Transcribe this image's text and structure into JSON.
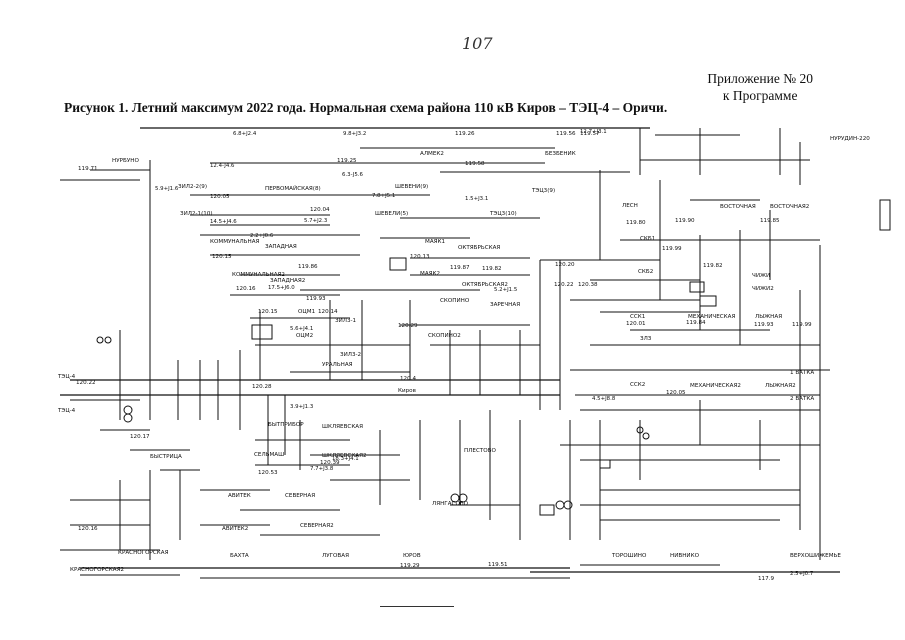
{
  "header": {
    "page_number": "107",
    "appendix_line1": "Приложение № 20",
    "appendix_line2": "к Программе",
    "figure_caption": "Рисунок 1. Летний максимум 2022 года. Нормальная схема района 110 кВ Киров – ТЭЦ-4 – Оричи."
  },
  "colors": {
    "ink": "#111111",
    "background": "#ffffff"
  },
  "scheme": {
    "substations": [
      "НУРБУНО",
      "ЗИЛ2-2(9)",
      "ПЕРВОМАЙСКАЯ(8)",
      "ЗИЛ2-1(10)",
      "ШЕВЕНИ(9)",
      "ШЕВЕЛИ(5)",
      "АЛМЕК2",
      "БЕЗБЕНИК",
      "ТЭЦ3(9)",
      "ТЭЦ3(10)",
      "ЗАПАДНАЯ",
      "ЗАПАДНАЯ2",
      "МАЯК1",
      "МАЯК2",
      "ОКТЯБРЬСКАЯ",
      "ОКТЯБРЬСКАЯ2",
      "КОММУНАЛЬНАЯ",
      "КОММУНАЛЬНАЯ2",
      "СКОПИНО",
      "СКОПИНО2",
      "ЗАРЕЧНАЯ",
      "ЗИЛ3-1",
      "ЗИЛ3-2",
      "ОЦМ1",
      "ОЦМ2",
      "УРАЛЬНАЯ",
      "Киров",
      "ТЭЦ-4",
      "ТЭЦ-4",
      "ВОСТОЧНАЯ",
      "ВОСТОЧНАЯ2",
      "СКБ1",
      "СКБ2",
      "ССК1",
      "ССК2",
      "МЕХАНИЧЕСКАЯ",
      "МЕХАНИЧЕСКАЯ2",
      "ЛЫЖНАЯ",
      "ЛЫЖНАЯ2",
      "1 ВАТКА",
      "2 ВАТКА",
      "ШКЛЯЕВСКАЯ",
      "ШКЛЯЕВСКАЯ2",
      "БЫТПРИБОР",
      "СЕЛЬМАШ",
      "ПЛЕСТОВО",
      "ЛЯНГАСОВО",
      "АВИТЕК",
      "АВИТЕК2",
      "СЕВЕРНАЯ",
      "СЕВЕРНАЯ2",
      "БЫСТРИЦА",
      "БАХТА",
      "ЛУГОВАЯ",
      "ЮРОВ",
      "ТОРОШИНО",
      "НИВНИКО",
      "ВЕРХОШИЖЕМЬЕ",
      "КРАСНОГОРСКАЯ",
      "КРАСНОГОРСКАЯ2",
      "ЧИЖИ",
      "ЧИЖИ2",
      "НУРУДИН-220",
      "ЗЛЗ",
      "ЛЕСН"
    ],
    "bus_voltages": [
      "119.71",
      "120.05",
      "120.04",
      "120.15",
      "119.86",
      "120.16",
      "119.93",
      "120.14",
      "120.13",
      "120.22",
      "120.17",
      "120.16",
      "119.87",
      "119.82",
      "119.99",
      "120.20",
      "120.22",
      "120.38",
      "120.01",
      "119.84",
      "119.93",
      "120.05",
      "120.15",
      "120.28",
      "120.4",
      "120.29",
      "120.53",
      "120.39",
      "119.25",
      "119.58",
      "119.56",
      "119.26",
      "119.57",
      "119.90",
      "119.85",
      "119.80",
      "117.9",
      "119.99",
      "119.82",
      "119.29",
      "119.51"
    ],
    "flow_labels": [
      "6.8+J2.4",
      "12.4-J4.6",
      "5.9+J1.6",
      "9.8+J3.2",
      "6.3-J5.6",
      "5.7+J2.3",
      "7.8+J5.1",
      "5.2+J1.5",
      "4.5+J8.8",
      "3.9+J1.3",
      "2.2+J0.6",
      "1.5+J3.1",
      "14.5+J4.6",
      "17.5+J6.0",
      "5.6+J4.1",
      "12.7+J3.1",
      "18.3+J4.1",
      "7.7+J3.8",
      "2.5+J0.7"
    ]
  }
}
